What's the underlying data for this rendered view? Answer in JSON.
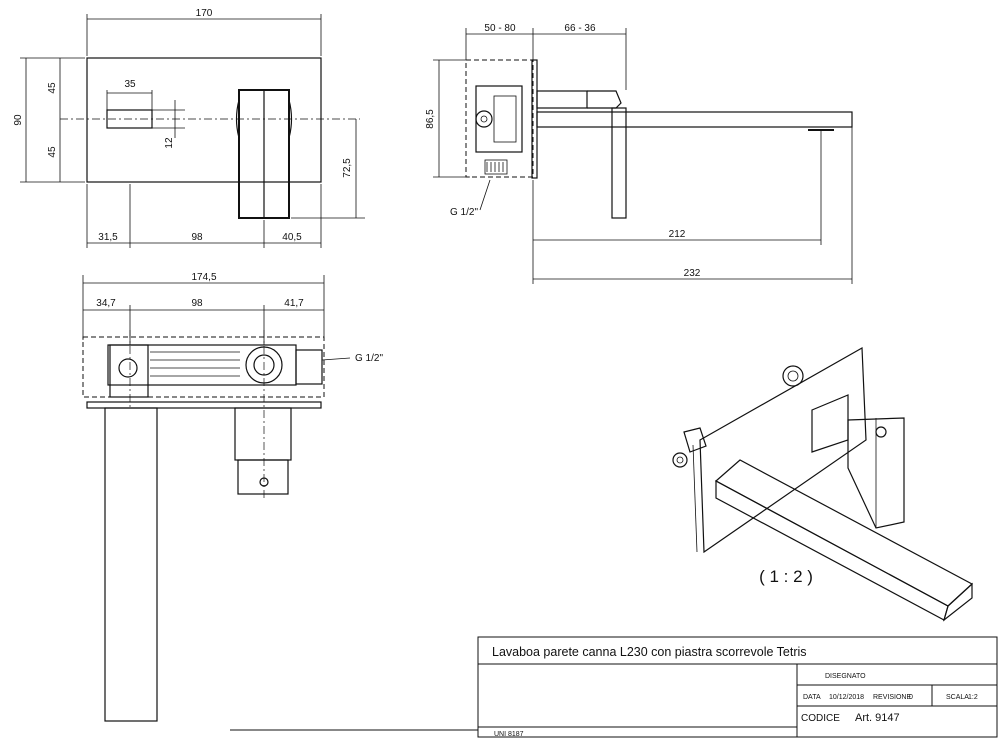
{
  "front_view": {
    "width": "170",
    "height": "90",
    "half_upper": "45",
    "half_lower": "45",
    "spout_hole_width": "35",
    "spout_hole_height": "12",
    "handle_height": "72,5",
    "left_offset": "31,5",
    "center_spacing": "98",
    "right_offset": "40,5"
  },
  "side_view": {
    "depth_range": "50 - 80",
    "projection_range": "66 - 36",
    "body_height": "86,5",
    "connection": "G 1/2\"",
    "reach": "212",
    "total_length": "232"
  },
  "top_view": {
    "width": "174,5",
    "left_offset": "34,7",
    "center_spacing": "98",
    "right_offset": "41,7",
    "connection": "G 1/2\""
  },
  "iso_view": {
    "scale_label": "( 1 : 2 )"
  },
  "title_block": {
    "title": "Lavaboa parete canna L230 con piastra scorrevole Tetris",
    "drawn_label": "DISEGNATO",
    "date_label": "DATA",
    "date_value": "10/12/2018",
    "revision_label": "REVISIONE",
    "revision_value": "0",
    "scale_label": "SCALA",
    "scale_value": "1:2",
    "code_label": "CODICE",
    "code_value": "Art. 9147",
    "standard": "UNI 8187"
  }
}
